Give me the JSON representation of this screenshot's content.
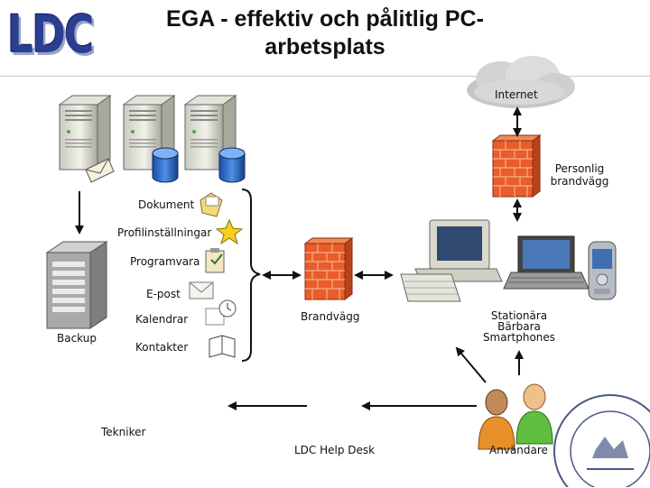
{
  "header": {
    "logo": "LDC",
    "title_line1": "EGA - effektiv och pålitlig PC-",
    "title_line2": "arbetsplats"
  },
  "labels": {
    "internet": "Internet",
    "personal_firewall_line1": "Personlig",
    "personal_firewall_line2": "brandvägg",
    "dokument": "Dokument",
    "profil": "Profilinställningar",
    "programvara": "Programvara",
    "epost": "E-post",
    "kalendrar": "Kalendrar",
    "kontakter": "Kontakter",
    "backup": "Backup",
    "brandvagg": "Brandvägg",
    "devices_line1": "Stationära",
    "devices_line2": "Bärbara",
    "devices_line3": "Smartphones",
    "tekniker": "Tekniker",
    "helpdesk": "LDC Help Desk",
    "anvandare": "Användare"
  },
  "icons": [
    "server-icon",
    "database-icon",
    "mail-icon",
    "cloud-icon",
    "firewall-icon",
    "desktop-computer-icon",
    "laptop-icon",
    "smartphone-icon",
    "user-icon",
    "folder-icon",
    "star-icon",
    "clipboard-icon",
    "clock-icon",
    "address-book-icon",
    "university-seal-icon"
  ]
}
